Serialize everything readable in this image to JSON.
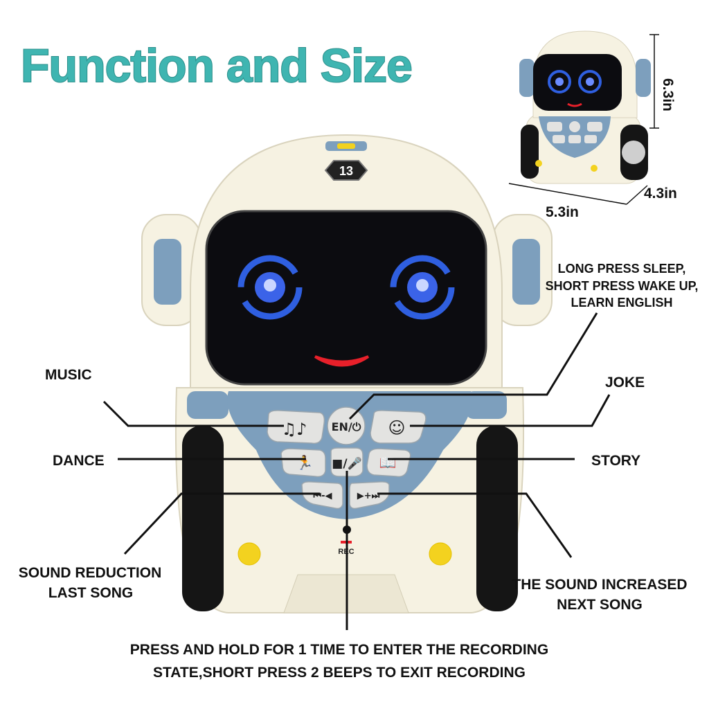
{
  "title": "Function and Size",
  "dimensions": {
    "height": "6.3in",
    "depth": "4.3in",
    "width": "5.3in"
  },
  "robot_badge": "13",
  "buttons": {
    "power": "EN/⏻",
    "rec": "REC"
  },
  "labels": {
    "sleep": [
      "LONG PRESS SLEEP,",
      "SHORT PRESS WAKE UP,",
      "LEARN ENGLISH"
    ],
    "music": "MUSIC",
    "joke": "JOKE",
    "dance": "DANCE",
    "story": "STORY",
    "sound_reduction": [
      "SOUND REDUCTION",
      "LAST SONG"
    ],
    "sound_increased": [
      "THE SOUND INCREASED",
      "NEXT SONG"
    ],
    "recording": [
      "PRESS AND HOLD FOR 1 TIME TO ENTER THE RECORDING",
      "STATE,SHORT PRESS 2 BEEPS TO EXIT RECORDING"
    ]
  },
  "colors": {
    "title": "#3fb5b1",
    "body": "#f6f2e2",
    "accent_blue": "#7d9fbd",
    "eye": "#2f5fe0",
    "mouth": "#e8202a",
    "yellow": "#f3d21f"
  }
}
